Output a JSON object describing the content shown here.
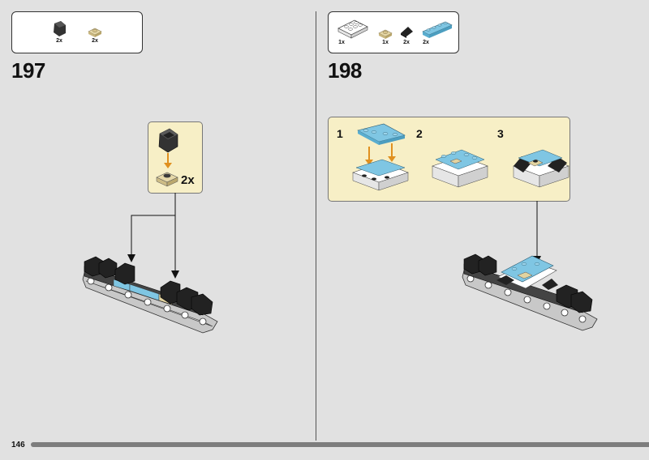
{
  "left_page": {
    "step_number": "197",
    "parts": [
      {
        "name": "dark-bluish-gray-panel-corner",
        "qty": "2x"
      },
      {
        "name": "tan-plate-1x1",
        "qty": "2x"
      }
    ],
    "callout": {
      "multiplier": "2x"
    }
  },
  "right_page": {
    "step_number": "198",
    "parts": [
      {
        "name": "white-plate-2x4",
        "qty": "1x"
      },
      {
        "name": "tan-plate-1x1",
        "qty": "1x"
      },
      {
        "name": "black-slope-tile",
        "qty": "2x"
      },
      {
        "name": "medium-azure-plate-1x4",
        "qty": "2x"
      }
    ],
    "callout": {
      "substeps": [
        "1",
        "2",
        "3"
      ]
    }
  },
  "footer": {
    "page_number": "146"
  },
  "colors": {
    "background": "#e1e1e1",
    "callout_fill": "#f7efc6",
    "arrow_orange": "#e0901f",
    "azure": "#7fc6e3",
    "tan": "#e2d3a0",
    "dark_gray": "#3a3a3a",
    "light_gray": "#b9b9b9"
  }
}
